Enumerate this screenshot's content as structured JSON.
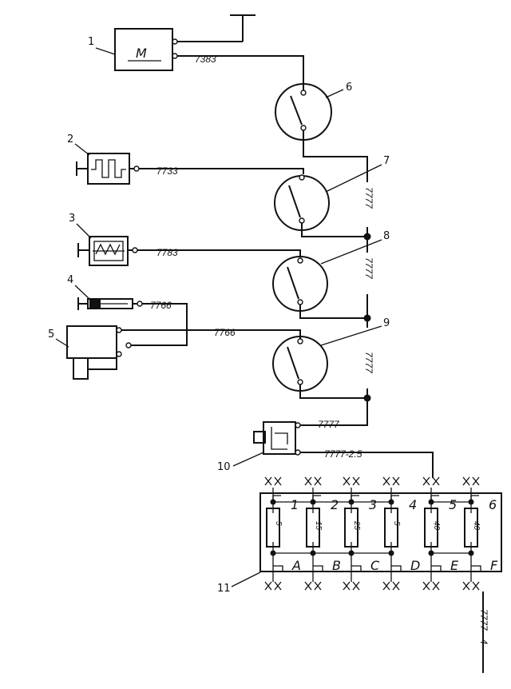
{
  "callouts": {
    "c1": "1",
    "c2": "2",
    "c3": "3",
    "c4": "4",
    "c5": "5",
    "c6": "6",
    "c7": "7",
    "c8": "8",
    "c9": "9",
    "c10": "10",
    "c11": "11"
  },
  "motor_label": "M",
  "wires": {
    "w_motor": "7383",
    "w_heater": "7733",
    "w_fan": "7783",
    "w_sensor": "7766",
    "w_relay": "7766",
    "w_v1": "7777",
    "w_v2": "7777",
    "w_v3": "7777",
    "w_relay_top": "7777",
    "w_relay_bottom": "7777-2.5",
    "w_out": "7777 - 4"
  },
  "fuse_block": {
    "top_pins": [
      "1",
      "2",
      "3",
      "4",
      "5",
      "6"
    ],
    "bottom_pins": [
      "A",
      "B",
      "C",
      "D",
      "E",
      "F"
    ],
    "ratings": [
      "5",
      "15",
      "25",
      "5",
      "40",
      "40"
    ]
  }
}
